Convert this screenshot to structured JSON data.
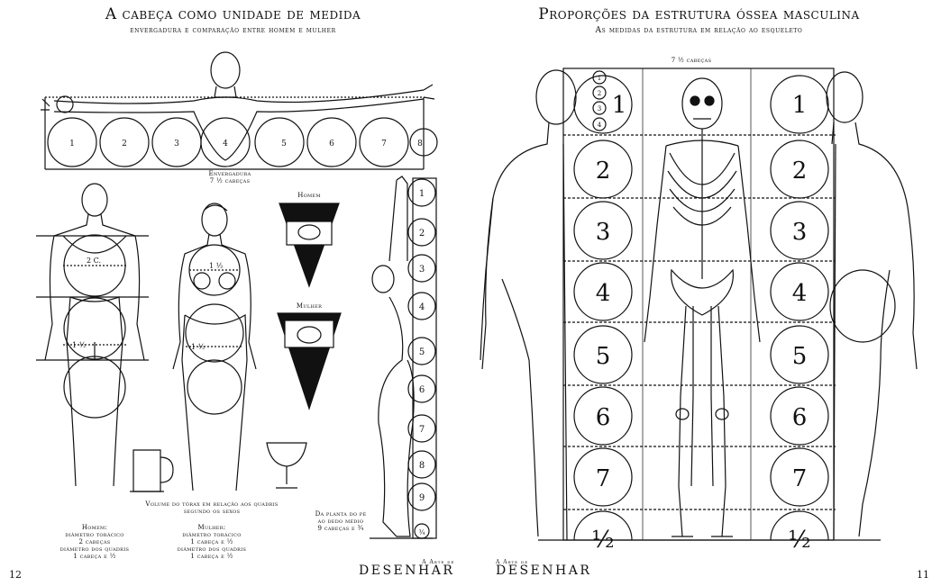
{
  "left_page": {
    "title": "A cabeça como unidade de medida",
    "subtitle": "envergadura e comparação entre homem e mulher",
    "span_numbers": [
      "1",
      "2",
      "3",
      "4",
      "5",
      "6",
      "7",
      "8"
    ],
    "span_caption_1": "Envergadura",
    "span_caption_2": "7 ½ cabeças",
    "man_label": "2 C.",
    "man_hip_label": "1 ½",
    "woman_label": "1 ½",
    "woman_hip_label": "1 ½",
    "homem_label": "Homem",
    "mulher_label": "Mulher",
    "standing_numbers": [
      "1",
      "2",
      "3",
      "4",
      "5",
      "6",
      "7",
      "8",
      "9",
      "¾"
    ],
    "volume_caption": "Volume do tórax em relação aos quadris segundo os sexos",
    "man_caption": [
      "Homem:",
      "diâmetro torácico",
      "2 cabeças",
      "diâmetro dos quadris",
      "1 cabeça e ½"
    ],
    "woman_caption": [
      "Mulher:",
      "diâmetro torácico",
      "1 cabeça e ½",
      "diâmetro dos quadris",
      "1 cabeça e ½"
    ],
    "foot_caption": [
      "Da planta do pé",
      "ao dedo médio",
      "9 cabeças e ¾"
    ],
    "page_number": "12",
    "brand_small": "A Arte de",
    "brand_big": "DESENHAR"
  },
  "right_page": {
    "title": "Proporções da estrutura óssea masculina",
    "subtitle": "As medidas da estrutura em relação ao esqueleto",
    "top_caption": "7 ½ cabeças",
    "small_numbers": [
      "1",
      "2",
      "3",
      "4"
    ],
    "left_numbers": [
      "1",
      "2",
      "3",
      "4",
      "5",
      "6",
      "7",
      "½"
    ],
    "right_numbers": [
      "1",
      "2",
      "3",
      "4",
      "5",
      "6",
      "7",
      "½"
    ],
    "page_number": "11",
    "brand_small": "A Arte de",
    "brand_big": "DESENHAR"
  }
}
